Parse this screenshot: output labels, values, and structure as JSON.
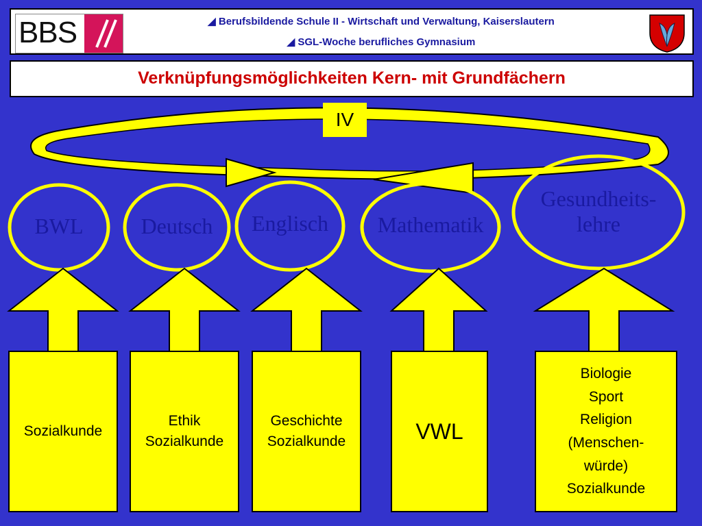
{
  "header": {
    "logo_text": "BBS",
    "line1": "Berufsbildende Schule II - Wirtschaft und Verwaltung, Kaiserslautern",
    "line2": "SGL-Woche berufliches Gymnasium"
  },
  "title": "Verknüpfungsmöglichkeiten Kern- mit Grundfächern",
  "ring_label": "IV",
  "core_subjects": [
    "BWL",
    "Deutsch",
    "Englisch",
    "Mathematik",
    "Gesundheits-\nlehre"
  ],
  "basic_subjects": [
    "Sozialkunde",
    "Ethik\nSozialkunde",
    "Geschichte\nSozialkunde",
    "VWL",
    "Biologie\nSport\nReligion\n(Menschen-\nwürde)\nSozialkunde"
  ],
  "colors": {
    "background": "#3333cc",
    "accent": "#ffff00",
    "title": "#cc0000",
    "text": "#1a1aa0"
  }
}
